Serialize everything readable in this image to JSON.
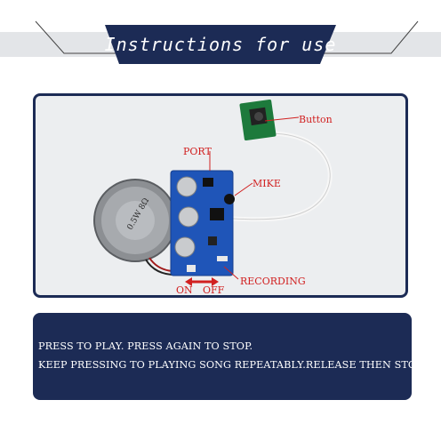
{
  "header": {
    "title": "Instructions for use",
    "color_plate": "#1c2b55",
    "color_band": "#e3e5e8"
  },
  "diagram": {
    "labels": {
      "button": "Button",
      "port": "PORT",
      "mike": "MIKE",
      "recording": "RECORDING",
      "on": "ON",
      "off": "OFF"
    },
    "speaker_text": "0.5W 8Ω",
    "label_color": "#d12020"
  },
  "instructions": {
    "line1": "PRESS TO PLAY. PRESS AGAIN TO STOP.",
    "line2": "KEEP PRESSING TO PLAYING SONG REPEATABLY.RELEASE THEN STOP."
  }
}
